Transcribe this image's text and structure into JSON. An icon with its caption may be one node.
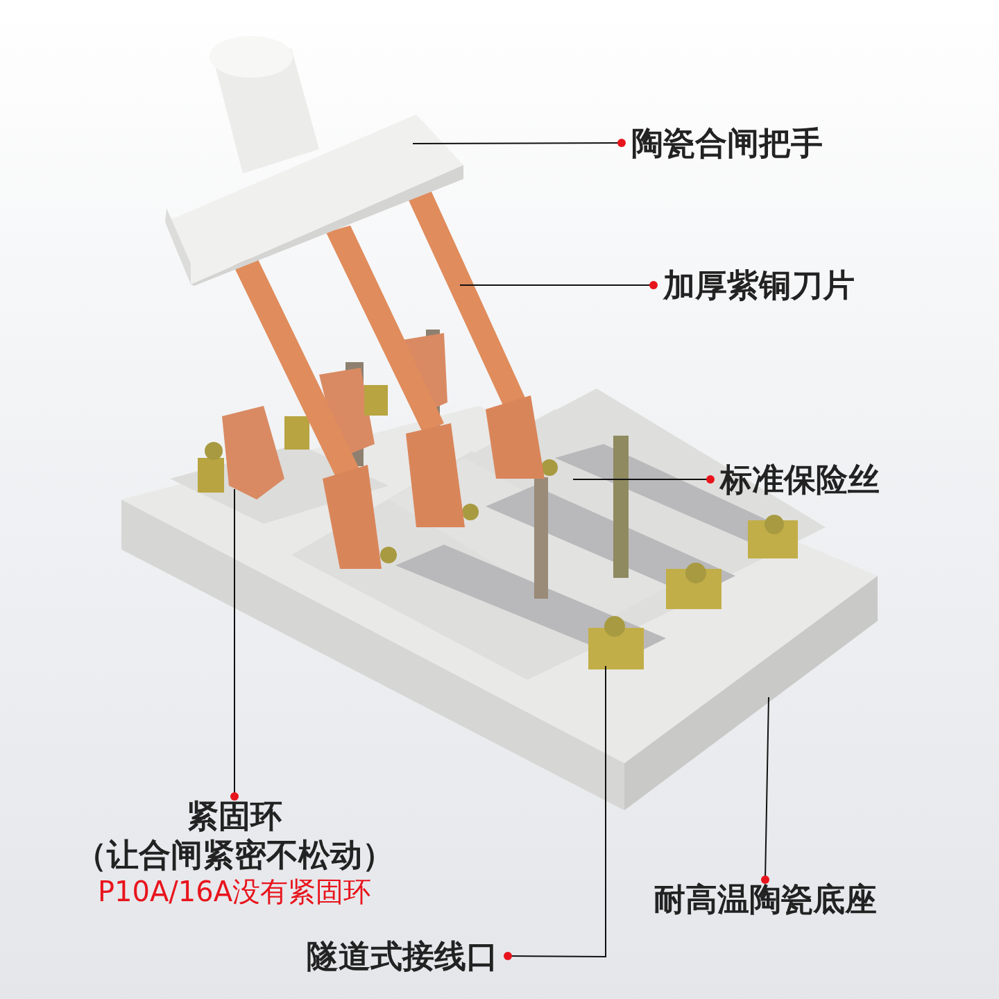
{
  "diagram": {
    "nodes": [
      {
        "text": [
          "陶瓷合闸把手"
        ]
      },
      {
        "text": [
          "加厚紫铜刀片"
        ]
      },
      {
        "text": [
          "标准保险丝"
        ]
      },
      {
        "text": [
          "紧固环",
          "（让合闸紧密不松动）",
          "P10A/16A没有紧固环"
        ]
      },
      {
        "text": [
          "耐高温陶瓷底座"
        ]
      },
      {
        "text": [
          "隧道式接线口"
        ]
      }
    ],
    "edges": [
      {
        "from": 0,
        "to": null,
        "arrow": "other"
      },
      {
        "from": 1,
        "to": null,
        "arrow": "other"
      },
      {
        "from": 2,
        "to": null,
        "arrow": "other"
      },
      {
        "from": 3,
        "to": null,
        "arrow": "other"
      },
      {
        "from": 4,
        "to": null,
        "arrow": "other"
      },
      {
        "from": 5,
        "to": null,
        "arrow": "other"
      }
    ]
  }
}
